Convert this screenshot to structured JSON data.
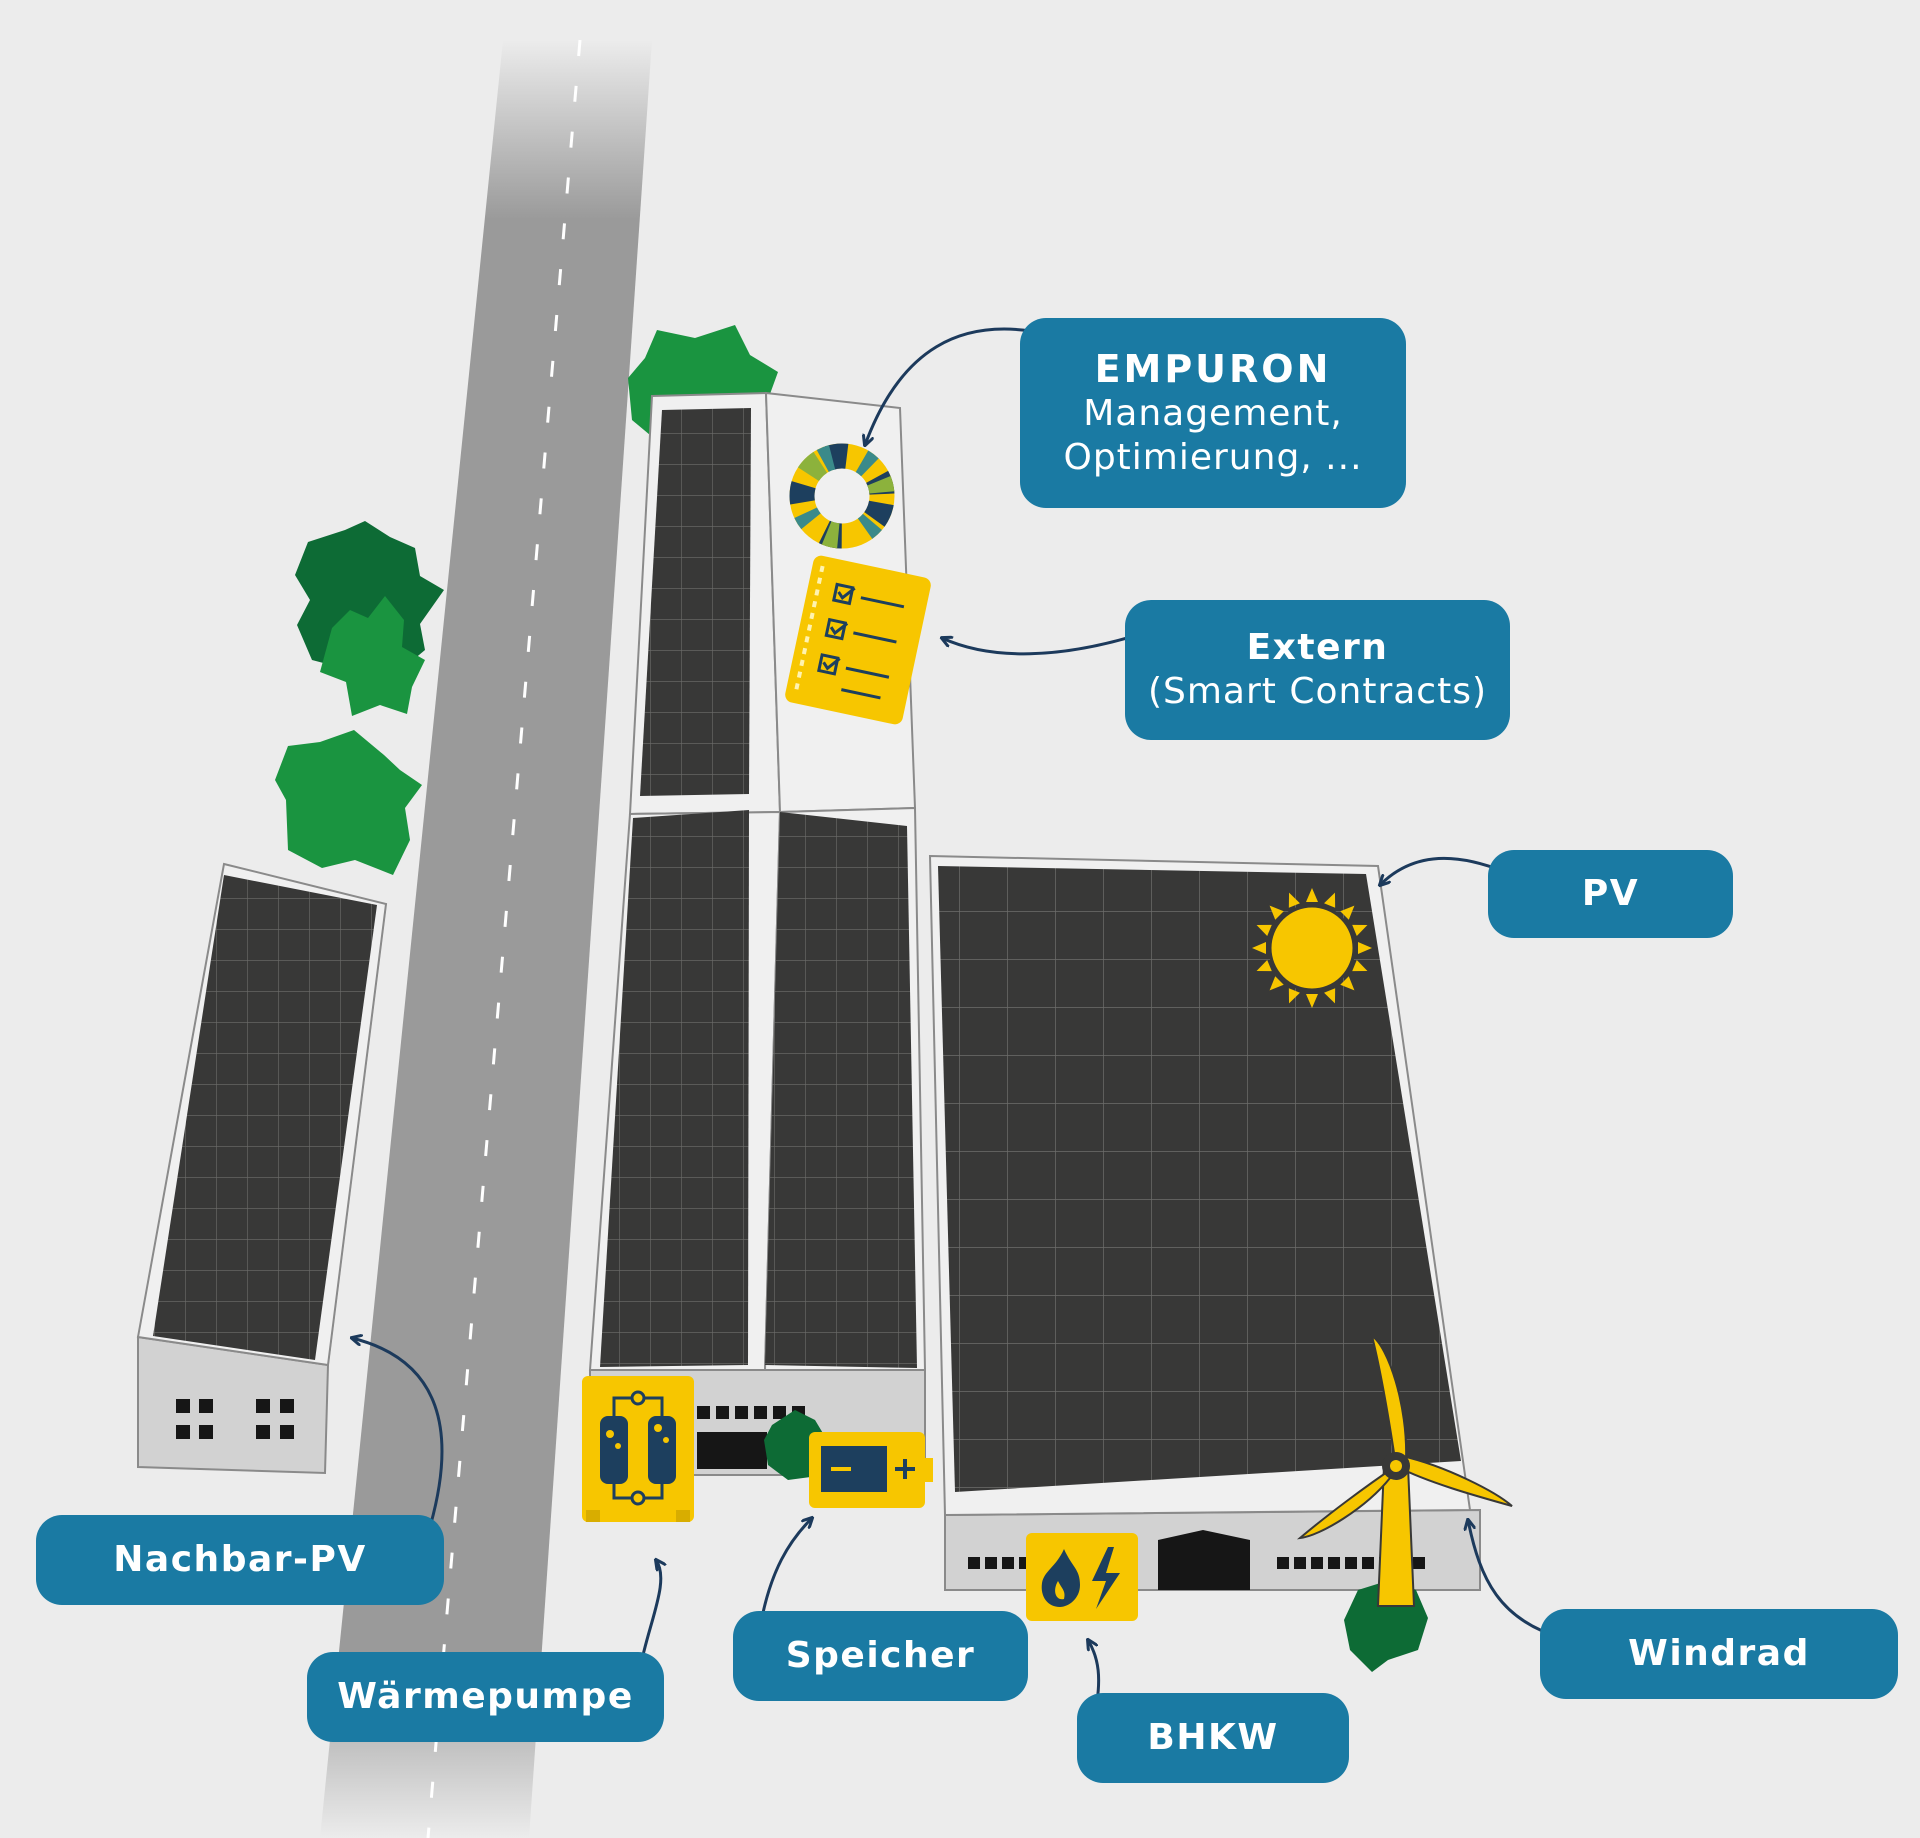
{
  "labels": {
    "empuron": {
      "title": "EMPURON",
      "line1": "Management,",
      "line2": "Optimierung, ..."
    },
    "extern": {
      "title": "Extern",
      "sub": "(Smart Contracts)"
    },
    "pv": {
      "title": "PV"
    },
    "nachbar_pv": {
      "title": "Nachbar-PV"
    },
    "waermepumpe": {
      "title": "Wärmepumpe"
    },
    "speicher": {
      "title": "Speicher"
    },
    "bhkw": {
      "title": "BHKW"
    },
    "windrad": {
      "title": "Windrad"
    }
  },
  "colors": {
    "background": "#ececec",
    "label_bg": "#1a7aa3",
    "label_text": "#ffffff",
    "arrow": "#1c3a5c",
    "solar_panel": "#383837",
    "panel_grid": "#6d6d6b",
    "building_wall": "#d2d2d2",
    "road": "#9a9a9a",
    "tree_dark": "#0d6b35",
    "tree_light": "#1a9440",
    "icon_yellow": "#f7c600",
    "icon_navy": "#1d3f5e"
  },
  "icons": [
    "empuron-donut-icon",
    "smart-contract-icon",
    "sun-icon",
    "heat-pump-icon",
    "battery-icon",
    "chp-flame-bolt-icon",
    "wind-turbine-icon"
  ]
}
